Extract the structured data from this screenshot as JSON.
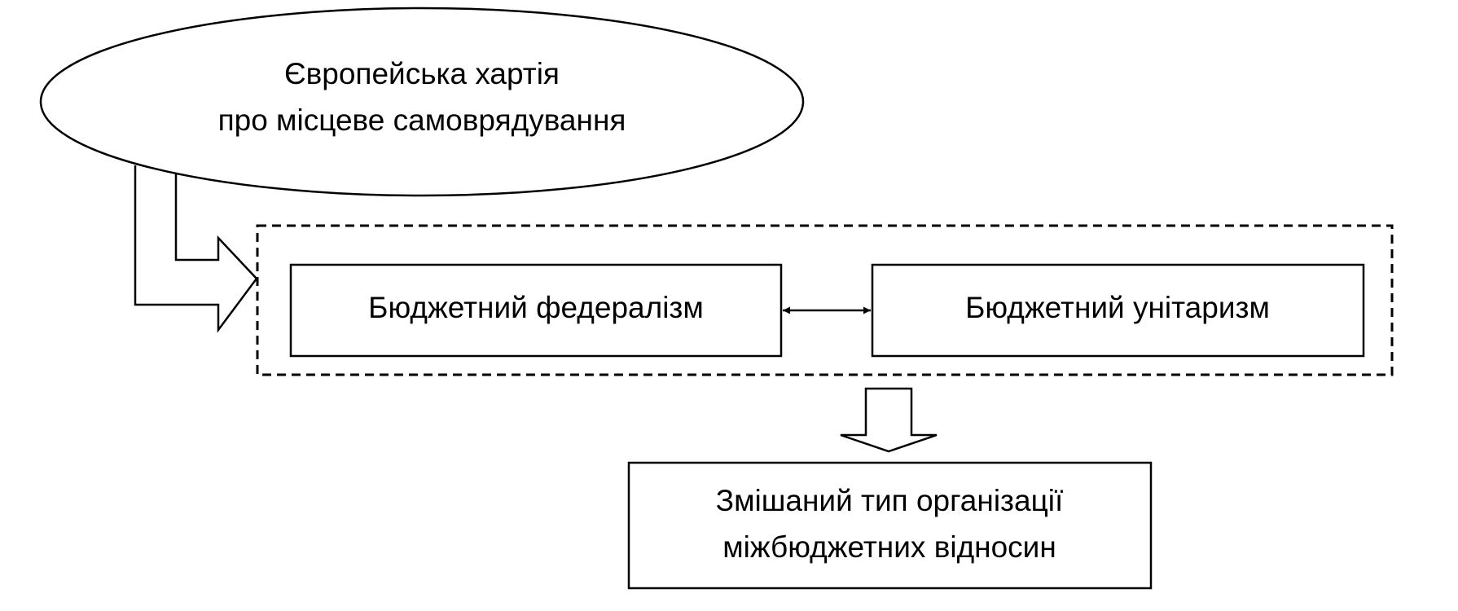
{
  "diagram": {
    "charter": {
      "line1": "Європейська хартія",
      "line2": "про місцеве самоврядування"
    },
    "federalism": {
      "label": "Бюджетний федералізм"
    },
    "unitarism": {
      "label": "Бюджетний унітаризм"
    },
    "mixed": {
      "line1": "Змішаний тип організації",
      "line2": "міжбюджетних відносин"
    }
  },
  "colors": {
    "stroke": "#000000",
    "background": "#ffffff"
  }
}
